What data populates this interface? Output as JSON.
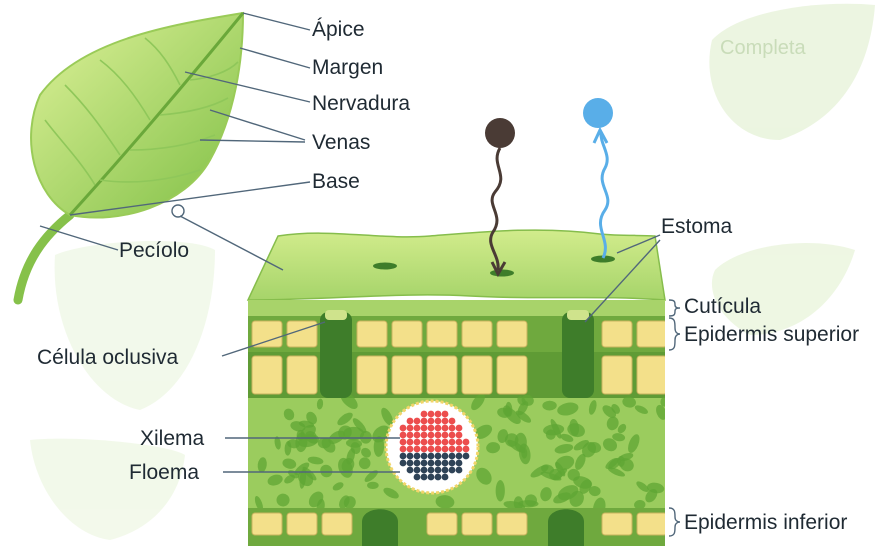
{
  "leaf_labels": {
    "apex": "Ápice",
    "margin": "Margen",
    "midrib": "Nervadura",
    "veins": "Venas",
    "base": "Base",
    "petiole": "Pecíolo"
  },
  "section_labels": {
    "stoma": "Estoma",
    "cuticle": "Cutícula",
    "upper_epidermis": "Epidermis superior",
    "guard_cell": "Célula oclusiva",
    "xylem": "Xilema",
    "phloem": "Floema",
    "lower_epidermis": "Epidermis inferior"
  },
  "background_text": {
    "top_right": "Completa"
  },
  "colors": {
    "leaf_light": "#d7ef8a",
    "leaf_dark": "#86c14a",
    "cuticle": "#a8d36a",
    "epidermis_cell": "#f3e08a",
    "tissue": "#8cc354",
    "tissue_blob": "#5fa534",
    "xylem": "#ec4d4d",
    "phloem": "#2f4357",
    "molecule_in": "#4a3b35",
    "molecule_out": "#59aee8",
    "label_line": "#51677a",
    "text": "#1f2a33"
  }
}
